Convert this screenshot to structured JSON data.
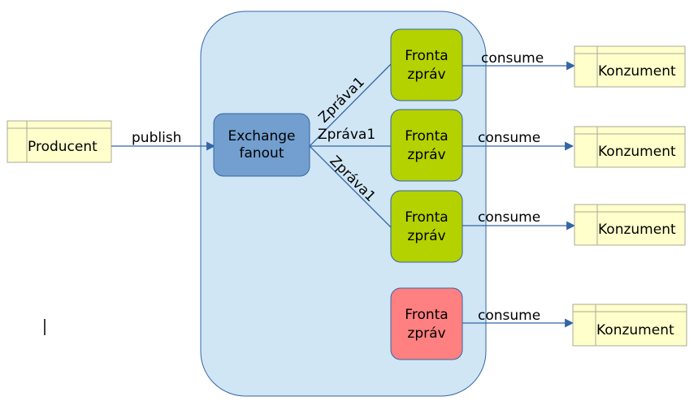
{
  "diagram": {
    "colors": {
      "broker_fill": "#d0e6f5",
      "broker_stroke": "#3465a4",
      "exchange_fill": "#729fcf",
      "queue_fill": "#b4d100",
      "queue_unbound_fill": "#ff8080",
      "node_fill": "#ffffcc",
      "node_stroke": "#aaaa99",
      "arrow": "#3465a4"
    },
    "producer": {
      "label": "Producent"
    },
    "publish_label": "publish",
    "exchange": {
      "line1": "Exchange",
      "line2": "fanout"
    },
    "message_label": "Zpráva1",
    "queues": [
      {
        "line1": "Fronta",
        "line2": "zpráv",
        "bound": true
      },
      {
        "line1": "Fronta",
        "line2": "zpráv",
        "bound": true
      },
      {
        "line1": "Fronta",
        "line2": "zpráv",
        "bound": true
      },
      {
        "line1": "Fronta",
        "line2": "zpráv",
        "bound": false
      }
    ],
    "consume_label": "consume",
    "consumers": [
      {
        "label": "Konzument"
      },
      {
        "label": "Konzument"
      },
      {
        "label": "Konzument"
      },
      {
        "label": "Konzument"
      }
    ]
  }
}
